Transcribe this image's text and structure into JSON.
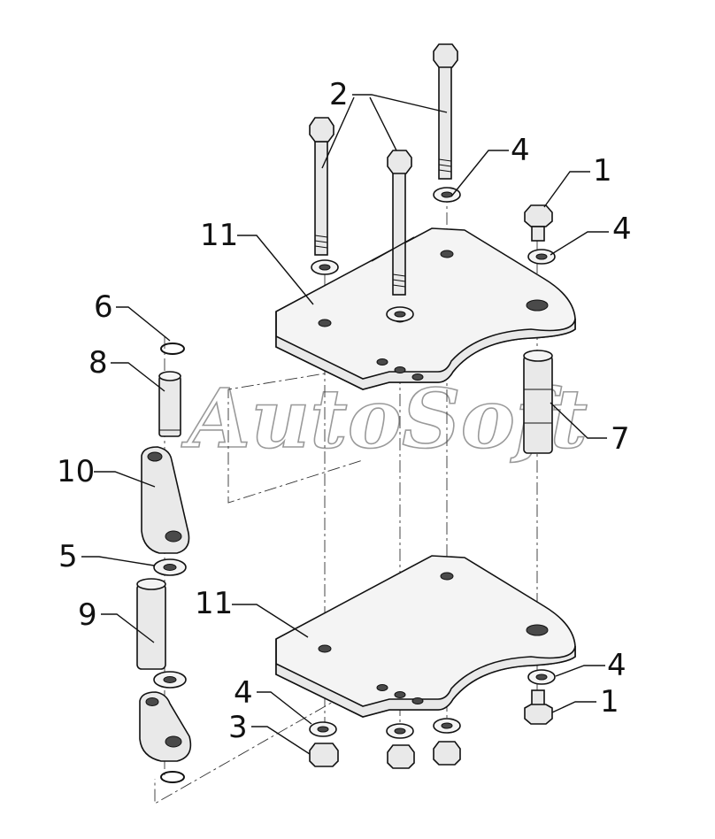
{
  "watermark": "AutoSoft",
  "callouts": {
    "c1a": "1",
    "c1b": "1",
    "c2": "2",
    "c3": "3",
    "c4a": "4",
    "c4b": "4",
    "c4c": "4",
    "c4d": "4",
    "c5": "5",
    "c6": "6",
    "c7": "7",
    "c8": "8",
    "c9": "9",
    "c10": "10",
    "c11a": "11",
    "c11b": "11"
  }
}
